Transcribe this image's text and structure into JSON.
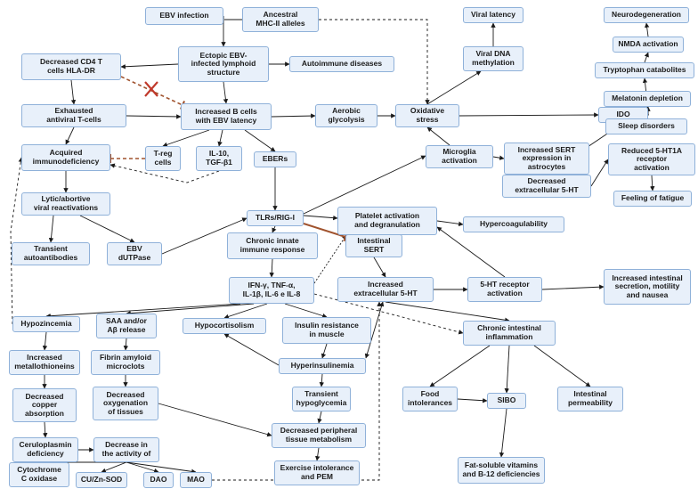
{
  "nodes": {
    "ebv_infection": "EBV infection",
    "ancestral_mhc": "Ancestral\nMHC-II alleles",
    "ectopic": "Ectopic EBV-\ninfected lymphoid\nstructure",
    "autoimmune": "Autoimmune diseases",
    "decreased_cd4": "Decreased CD4 T\ncells HLA-DR",
    "exhausted": "Exhausted\nantiviral T-cells",
    "increased_b": "Increased B cells\nwith EBV latency",
    "aerobic": "Aerobic\nglycolysis",
    "oxidative": "Oxidative\nstress",
    "viral_dna": "Viral DNA\nmethylation",
    "viral_latency": "Viral latency",
    "ido": "IDO",
    "neurodegeneration": "Neurodegeneration",
    "nmda": "NMDA activation",
    "tryptophan": "Tryptophan catabolites",
    "melatonin": "Melatonin depletion",
    "sleep": "Sleep disorders",
    "reduced_5ht1a": "Reduced 5-HT1A\nreceptor\nactivation",
    "fatigue": "Feeling of fatigue",
    "acquired": "Acquired\nimmunodeficiency",
    "treg": "T-reg\ncells",
    "il10": "IL-10,\nTGF-β1",
    "ebers": "EBERs",
    "microglia": "Microglia\nactivation",
    "increased_sert": "Increased SERT\nexpression in\nastrocytes",
    "decreased_5ht": "Decreased\nextracellular 5-HT",
    "lytic": "Lytic/abortive\nviral reactivations",
    "tlrs": "TLRs/RIG-I",
    "platelet": "Platelet activation\nand degranulation",
    "hypercoag": "Hypercoagulability",
    "chronic_innate": "Chronic innate\nimmune response",
    "intestinal_sert": "Intestinal\nSERT",
    "transient_auto": "Transient\nautoantibodies",
    "ebv_dutpase": "EBV\ndUTPase",
    "ifn": "IFN-γ, TNF-α,\nIL-1β, IL-6 e IL-8",
    "increased_5ht": "Increased\nextracellular 5-HT",
    "receptor_5ht": "5-HT receptor\nactivation",
    "intestinal_secretion": "Increased intestinal\nsecretion, motility\nand nausea",
    "hypozincemia": "Hypozincemia",
    "saa": "SAA and/or\nAβ release",
    "hypocortisolism": "Hypocortisolism",
    "insulin_resistance": "Insulin resistance\nin muscle",
    "chronic_intestinal": "Chronic intestinal\ninflammation",
    "metallothioneins": "Increased\nmetallothioneins",
    "fibrin": "Fibrin amyloid\nmicroclots",
    "hyperinsulinemia": "Hyperinsulinemia",
    "copper": "Decreased\ncopper\nabsorption",
    "oxygenation": "Decreased\noxygenation\nof tissues",
    "hypoglycemia": "Transient\nhypoglycemia",
    "food": "Food\nintolerances",
    "sibo": "SIBO",
    "intestinal_perm": "Intestinal\npermeability",
    "ceruloplasmin": "Ceruloplasmin\ndeficiency",
    "decrease_activity": "Decrease in\nthe activity of",
    "peripheral": "Decreased peripheral\ntissue metabolism",
    "cytochrome": "Cytochrome\nC oxidase",
    "cuzn": "CU/Zn-SOD",
    "dao": "DAO",
    "mao": "MAO",
    "exercise": "Exercise intolerance\nand PEM",
    "fat_soluble": "Fat-soluble vitamins\nand B-12 deficiencies"
  },
  "colors": {
    "node_fill": "#e8f0fa",
    "node_border": "#8fb1d9",
    "arrow": "#1a1a1a",
    "inhibition": "#a0522d",
    "blocked_mark": "#c0392b"
  }
}
